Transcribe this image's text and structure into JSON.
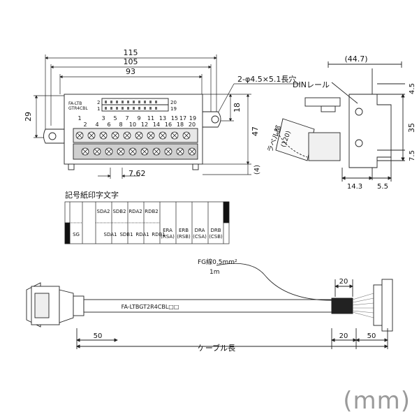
{
  "dims": {
    "w115": "115",
    "w105": "105",
    "w93": "93",
    "h29": "29",
    "h18": "18",
    "h47": "47",
    "h4": "(4)",
    "p762": "7.62",
    "hole": "2-φ4.5×5.1長穴",
    "w447": "(44.7)",
    "h45": "4.5",
    "h35": "35",
    "h75": "7.5",
    "w143": "14.3",
    "w55": "5.5"
  },
  "front": {
    "model1": "FA-LTB",
    "model2": "GTR4CBL",
    "pin2": "2",
    "pin20": "20",
    "pin1": "1",
    "pin19": "19",
    "top_nums": [
      "1",
      "3",
      "5",
      "7",
      "9",
      "11",
      "13",
      "15",
      "17",
      "19"
    ],
    "bot_nums": [
      "2",
      "4",
      "6",
      "8",
      "10",
      "12",
      "14",
      "16",
      "18",
      "20"
    ]
  },
  "side": {
    "din_label": "DINレール",
    "angle": "(120)",
    "label": "ラベル部"
  },
  "marking": {
    "title": "記号紙印字文字",
    "upper": [
      "",
      "",
      "SDA2",
      "SDB2",
      "RDA2",
      "RDB2",
      "",
      "",
      "",
      ""
    ],
    "lower": [
      "SG",
      "",
      "SDA1",
      "SDB1",
      "RDA1",
      "RDB1",
      "ERA\n(RSA)",
      "ERB\n(RSB)",
      "DRA\n(CSA)",
      "DRB\n(CSB)"
    ]
  },
  "cable": {
    "fg": "FG線0.5mm²",
    "fg_len": "1m",
    "label": "FA-LTBGT2R4CBL□□",
    "d20_top": "20",
    "d50_left": "50",
    "d20_bot": "20",
    "d50_right": "50",
    "length": "ケーブル長"
  },
  "unit": "(mm)"
}
